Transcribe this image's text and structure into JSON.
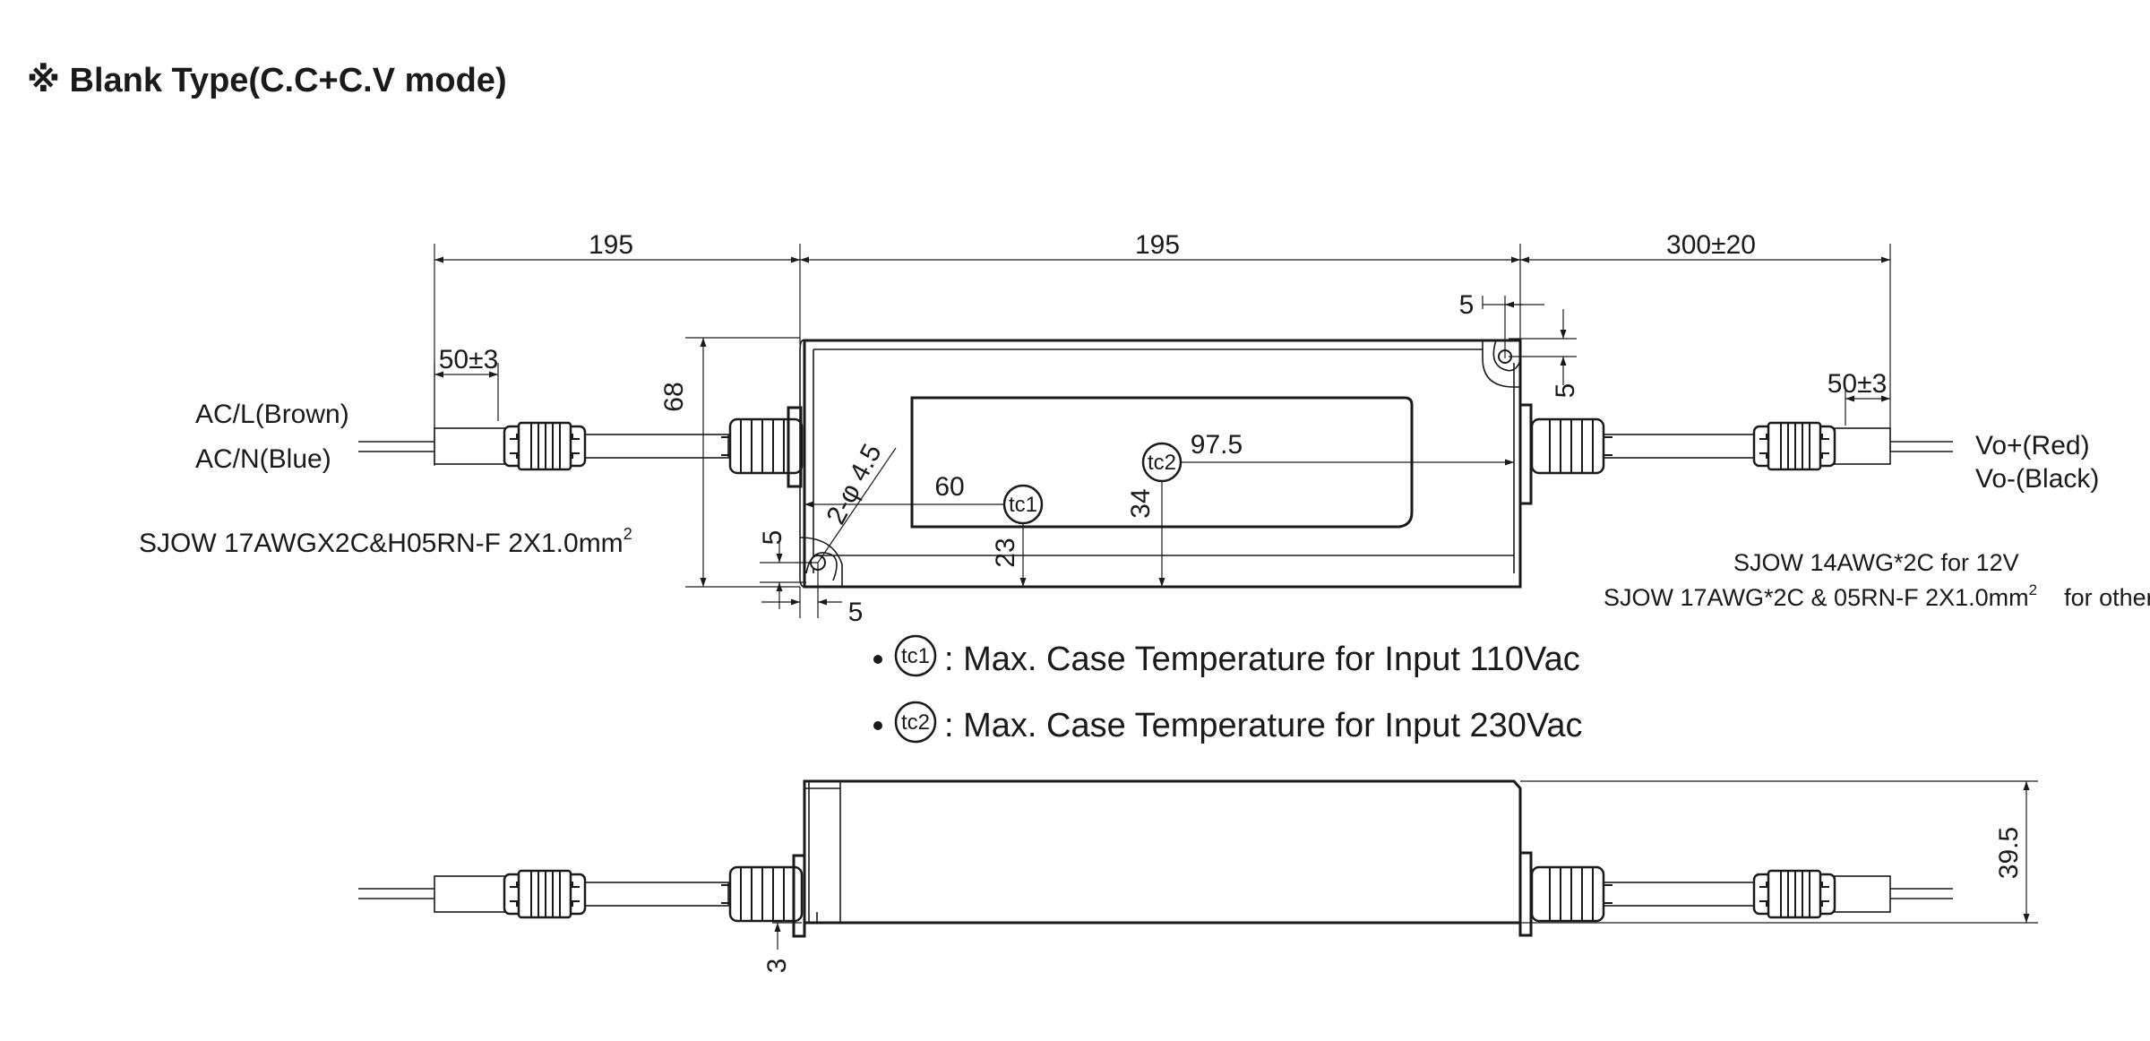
{
  "title": "※ Blank Type(C.C+C.V mode)",
  "top_view": {
    "dims": {
      "left_cable": "195",
      "case_length": "195",
      "right_cable": "300±20",
      "left_strip": "50±3",
      "right_strip": "50±3",
      "case_width": "68",
      "slot_top_x": "5",
      "slot_top_y": "5",
      "slot_bot_x": "5",
      "slot_bot_y": "5",
      "hole": "2-φ 4.5",
      "tc1_x": "60",
      "tc1_y": "23",
      "tc2_x": "97.5",
      "tc2_y": "34"
    },
    "input_labels": [
      "AC/L(Brown)",
      "AC/N(Blue)"
    ],
    "input_cable": "SJOW 17AWGX2C&H05RN-F 2X1.0mm",
    "input_cable_sup": "2",
    "output_labels": [
      "Vo+(Red)",
      "Vo-(Black)"
    ],
    "output_cable_line1": "SJOW 14AWG*2C for 12V",
    "output_cable_line2": "SJOW 17AWG*2C & 05RN-F 2X1.0mm",
    "output_cable_sup": "2",
    "output_cable_line2_tail": "for other",
    "tc1_tag": "tc1",
    "tc2_tag": "tc2"
  },
  "legend": [
    {
      "tag": "tc1",
      "text": ": Max. Case Temperature for Input 110Vac"
    },
    {
      "tag": "tc2",
      "text": ": Max. Case Temperature for Input 230Vac"
    }
  ],
  "side_view": {
    "height": "39.5",
    "offset": "3"
  }
}
